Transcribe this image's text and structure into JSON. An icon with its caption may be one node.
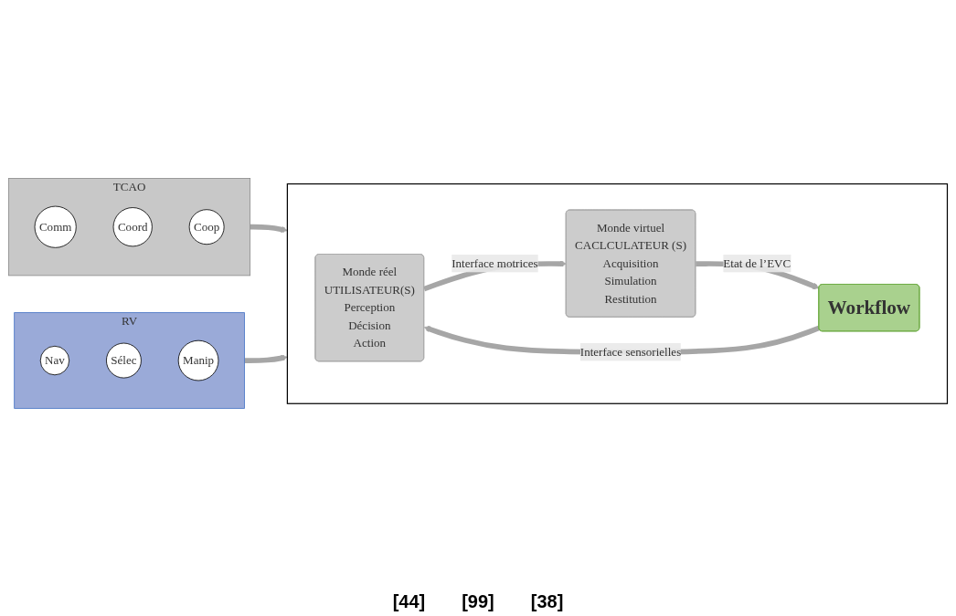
{
  "diagram": {
    "nodes": [
      {
        "text": [
          "TCAO"
        ]
      },
      {
        "text": [
          "Comm"
        ],
        "in": 0
      },
      {
        "text": [
          "Coord"
        ],
        "in": 0
      },
      {
        "text": [
          "Coop"
        ],
        "in": 0
      },
      {
        "text": [
          "RV"
        ]
      },
      {
        "text": [
          "Nav"
        ],
        "in": 4
      },
      {
        "text": [
          "Sélec"
        ],
        "in": 4
      },
      {
        "text": [
          "Manip"
        ],
        "in": 4
      },
      {
        "text": [],
        "shape": "box"
      },
      {
        "text": [
          "Monde réel",
          "UTILISATEUR(S)",
          "Perception",
          "Décision",
          "Action"
        ],
        "in": 8
      },
      {
        "text": [
          "Monde virtuel",
          "CACLCULATEUR (S)",
          "Acquisition",
          "Simulation",
          "Restitution"
        ],
        "in": 8
      },
      {
        "text": [
          "Workflow"
        ],
        "in": 8
      }
    ],
    "edges": [
      {
        "from": 0,
        "to": 8,
        "arrow": "to"
      },
      {
        "from": 4,
        "to": 8,
        "arrow": "to"
      },
      {
        "from": 9,
        "to": 10,
        "arrow": "to",
        "label": "Interface motrices"
      },
      {
        "from": 10,
        "to": 11,
        "arrow": "to",
        "label": "Etat de l’EVC"
      },
      {
        "from": 11,
        "to": 9,
        "arrow": "to",
        "label": "Interface sensorielles"
      }
    ],
    "labels": [
      "[44]",
      "[99]",
      "[38]"
    ]
  }
}
